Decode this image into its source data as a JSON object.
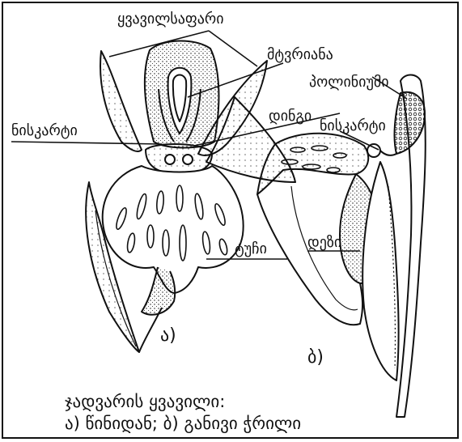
{
  "labels": {
    "perianth": "ყვავილსაფარი",
    "anther": "მტვრიანა",
    "column": "დინგი",
    "stigma_left": "ნისკარტი",
    "stigma_right": "ნისკარტი",
    "pollinium": "პოლინიუმი",
    "lip": "ტუჩი",
    "spur": "დეზი",
    "letter_a": "ა)",
    "letter_b": "ბ)"
  },
  "caption": {
    "line1": "ჯადვარის ყვავილი:",
    "line2": "ა) წინიდან; ბ) განივი ჭრილი"
  },
  "colors": {
    "ink": "#111111",
    "paper": "#ffffff"
  }
}
